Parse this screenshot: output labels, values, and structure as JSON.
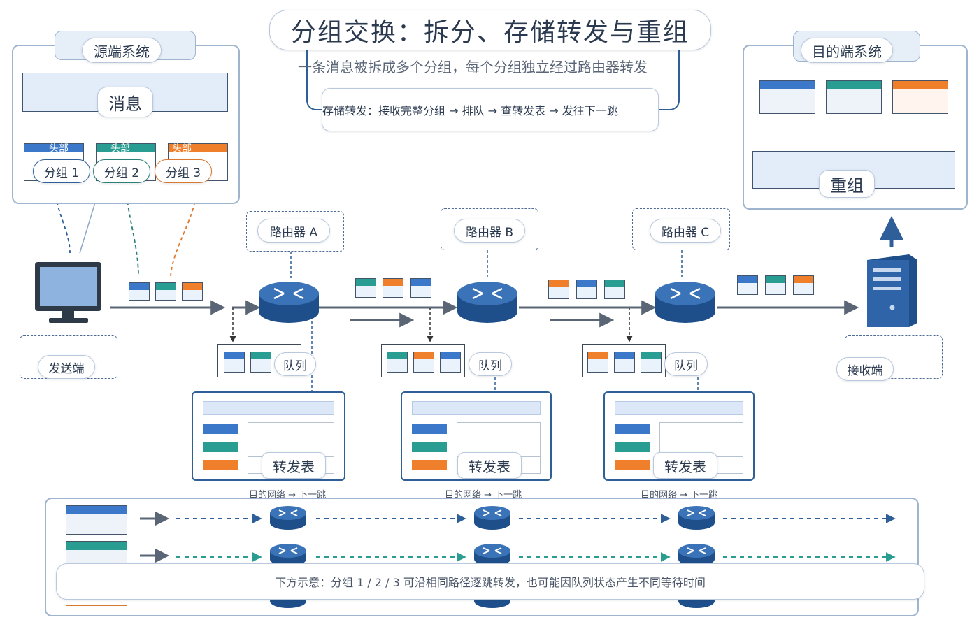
{
  "title": "分组交换：拆分、存储转发与重组",
  "subtitle": "一条消息被拆成多个分组，每个分组独立经过路由器转发",
  "process_note": "存储转发：接收完整分组 → 排队 → 查转发表 → 发往下一跳",
  "source": {
    "title": "源端系统",
    "message": "消息",
    "header_label": "头部",
    "packets": [
      "分组 1",
      "分组 2",
      "分组 3"
    ]
  },
  "destination": {
    "title": "目的端系统",
    "reassembled": "重组"
  },
  "sender_label": "发送端",
  "receiver_label": "接收端",
  "routers": [
    {
      "name": "路由器 A",
      "queue": "队列",
      "table": "转发表",
      "table_note": "目的网络 → 下一跳"
    },
    {
      "name": "路由器 B",
      "queue": "队列",
      "table": "转发表",
      "table_note": "目的网络 → 下一跳"
    },
    {
      "name": "路由器 C",
      "queue": "队列",
      "table": "转发表",
      "table_note": "目的网络 → 下一跳"
    }
  ],
  "bottom_note": "下方示意：分组 1 / 2 / 3 可沿相同路径逐跳转发，也可能因队列状态产生不同等待时间",
  "colors": {
    "packet1": "#3b78c9",
    "packet2": "#2a9d93",
    "packet3": "#f07f2b",
    "router": "#2f5f98",
    "frame": "#9fb4cf"
  },
  "icons": [
    "computer-icon",
    "router-icon",
    "server-icon",
    "arrow-down-icon",
    "arrow-up-icon"
  ]
}
